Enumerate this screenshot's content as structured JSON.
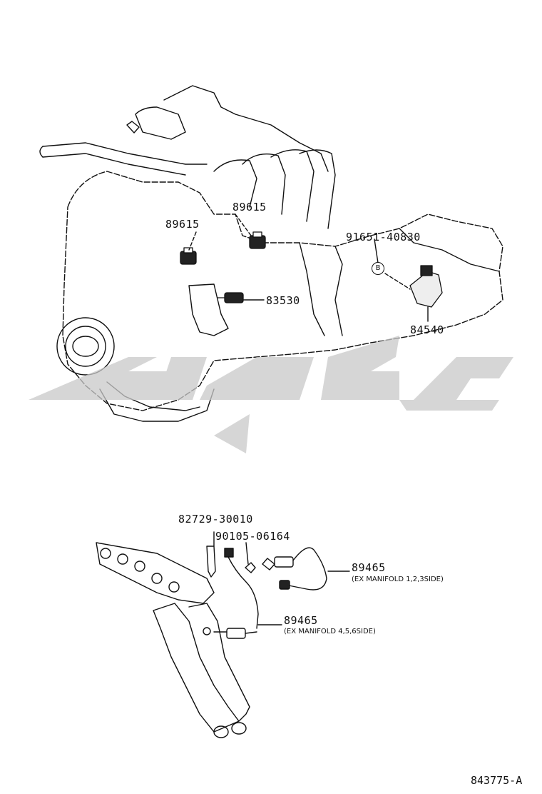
{
  "labels": {
    "knock_sensor_a": "89615",
    "knock_sensor_b": "89615",
    "bolt_mark": "91651-40830",
    "oil_pressure_switch": "83530",
    "crank_position_sensor": "84540",
    "bracket": "82729-30010",
    "nut": "90105-06164",
    "o2_sensor_1": "89465",
    "o2_sensor_1_note": "(EX MANIFOLD 1,2,3SIDE)",
    "o2_sensor_2": "89465",
    "o2_sensor_2_note": "(EX MANIFOLD 4,5,6SIDE)"
  },
  "callout_mark": "B",
  "illustration_code": "843775-A",
  "colors": {
    "line": "#111111",
    "watermark": "#c9c9c9"
  }
}
